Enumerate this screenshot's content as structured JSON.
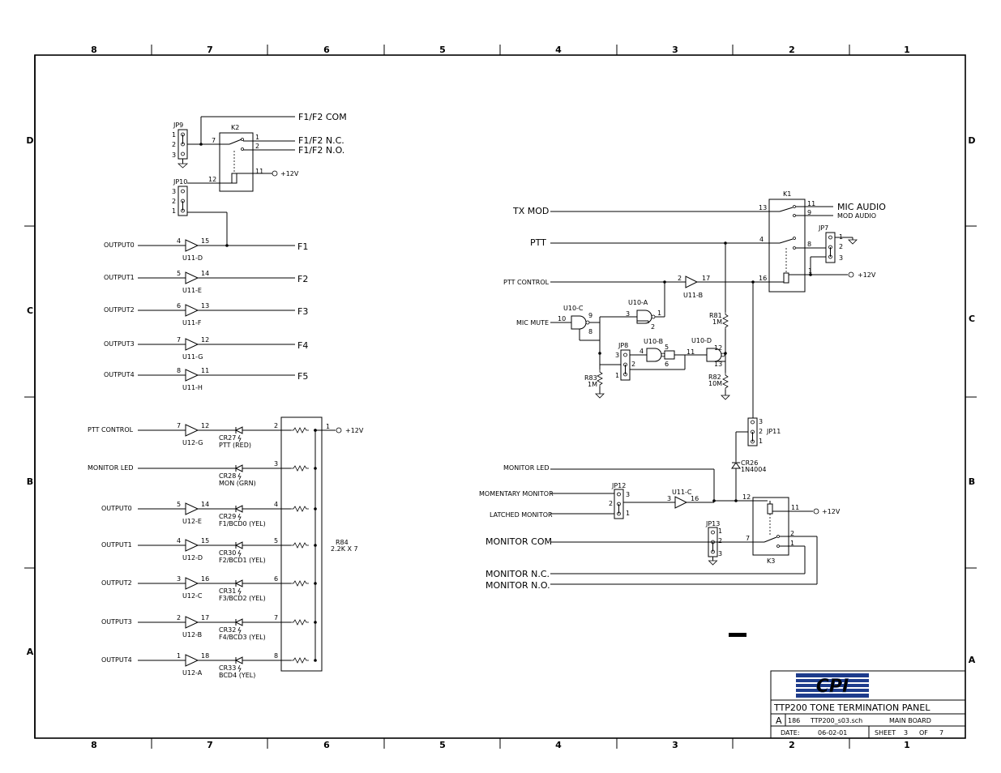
{
  "zones": {
    "top": [
      "8",
      "7",
      "6",
      "5",
      "4",
      "3",
      "2",
      "1"
    ],
    "bottom": [
      "8",
      "7",
      "6",
      "5",
      "4",
      "3",
      "2",
      "1"
    ],
    "left": [
      "D",
      "C",
      "B",
      "A"
    ],
    "right": [
      "D",
      "C",
      "B",
      "A"
    ]
  },
  "relay_k2": {
    "ref": "K2",
    "pins": [
      "7",
      "1",
      "2",
      "12",
      "11"
    ],
    "outputs": [
      "F1/F2 COM",
      "F1/F2 N.C.",
      "F1/F2 N.O."
    ],
    "supply": "+12V"
  },
  "jumpers": {
    "jp9": {
      "ref": "JP9",
      "pins": [
        "1",
        "2",
        "3"
      ]
    },
    "jp10": {
      "ref": "JP10",
      "pins": [
        "3",
        "2",
        "1"
      ]
    },
    "jp7": {
      "ref": "JP7",
      "pins": [
        "1",
        "2",
        "3"
      ]
    },
    "jp8": {
      "ref": "JP8",
      "pins": [
        "3",
        "2",
        "1"
      ]
    },
    "jp11": {
      "ref": "JP11",
      "pins": [
        "3",
        "2",
        "1"
      ]
    },
    "jp12": {
      "ref": "JP12",
      "pins": [
        "3",
        "2",
        "1"
      ]
    },
    "jp13": {
      "ref": "JP13",
      "pins": [
        "1",
        "2",
        "3"
      ]
    }
  },
  "tone_buffers": [
    {
      "net": "OUTPUT0",
      "in_pin": "4",
      "out_pin": "15",
      "ref": "U11-D",
      "out": "F1"
    },
    {
      "net": "OUTPUT1",
      "in_pin": "5",
      "out_pin": "14",
      "ref": "U11-E",
      "out": "F2"
    },
    {
      "net": "OUTPUT2",
      "in_pin": "6",
      "out_pin": "13",
      "ref": "U11-F",
      "out": "F3"
    },
    {
      "net": "OUTPUT3",
      "in_pin": "7",
      "out_pin": "12",
      "ref": "U11-G",
      "out": "F4"
    },
    {
      "net": "OUTPUT4",
      "in_pin": "8",
      "out_pin": "11",
      "ref": "U11-H",
      "out": "F5"
    }
  ],
  "led_drivers": [
    {
      "net": "PTT CONTROL",
      "in_pin": "7",
      "out_pin": "12",
      "ref": "U12-G",
      "led": "CR27",
      "desc": "PTT (RED)",
      "rpin": "2",
      "buffered": true
    },
    {
      "net": "MONITOR LED",
      "in_pin": "",
      "out_pin": "",
      "ref": "",
      "led": "CR28",
      "desc": "MON (GRN)",
      "rpin": "3",
      "buffered": false
    },
    {
      "net": "OUTPUT0",
      "in_pin": "5",
      "out_pin": "14",
      "ref": "U12-E",
      "led": "CR29",
      "desc": "F1/BCD0 (YEL)",
      "rpin": "4",
      "buffered": true
    },
    {
      "net": "OUTPUT1",
      "in_pin": "4",
      "out_pin": "15",
      "ref": "U12-D",
      "led": "CR30",
      "desc": "F2/BCD1 (YEL)",
      "rpin": "5",
      "buffered": true
    },
    {
      "net": "OUTPUT2",
      "in_pin": "3",
      "out_pin": "16",
      "ref": "U12-C",
      "led": "CR31",
      "desc": "F3/BCD2 (YEL)",
      "rpin": "6",
      "buffered": true
    },
    {
      "net": "OUTPUT3",
      "in_pin": "2",
      "out_pin": "17",
      "ref": "U12-B",
      "led": "CR32",
      "desc": "F4/BCD3 (YEL)",
      "rpin": "7",
      "buffered": true
    },
    {
      "net": "OUTPUT4",
      "in_pin": "1",
      "out_pin": "18",
      "ref": "U12-A",
      "led": "CR33",
      "desc": "BCD4 (YEL)",
      "rpin": "8",
      "buffered": true
    }
  ],
  "resistor_pack": {
    "ref": "R84",
    "value": "2.2K X 7",
    "common_pin": "1",
    "supply": "+12V"
  },
  "relay_k1": {
    "ref": "K1",
    "pins": [
      "13",
      "11",
      "9",
      "4",
      "8",
      "1",
      "16"
    ],
    "inputs": {
      "tx_mod": "TX MOD",
      "ptt": "PTT",
      "ptt_control": "PTT CONTROL",
      "mic_mute": "MIC MUTE"
    },
    "outputs": {
      "mic_audio": "MIC AUDIO",
      "mod_audio": "MOD AUDIO"
    },
    "supply": "+12V"
  },
  "gates": {
    "u11b": {
      "ref": "U11-B",
      "in": "2",
      "out": "17"
    },
    "u10a": {
      "ref": "U10-A",
      "in1": "3",
      "in2": "2",
      "out": "1"
    },
    "u10c": {
      "ref": "U10-C",
      "in": "10",
      "out1": "9",
      "out2": "8"
    },
    "u10b": {
      "ref": "U10-B",
      "in1": "4",
      "in2": "5",
      "out": "6"
    },
    "u10d": {
      "ref": "U10-D",
      "in1": "12",
      "in2": "13",
      "out": "11"
    },
    "u11c": {
      "ref": "U11-C",
      "in": "3",
      "out": "16"
    }
  },
  "resistors": {
    "r81": {
      "ref": "R81",
      "value": "1M"
    },
    "r82": {
      "ref": "R82",
      "value": "10M"
    },
    "r83": {
      "ref": "R83",
      "value": "1M"
    }
  },
  "diode_cr26": {
    "ref": "CR26",
    "part": "1N4004"
  },
  "relay_k3": {
    "ref": "K3",
    "pins": [
      "12",
      "11",
      "7",
      "2",
      "1"
    ],
    "inputs": {
      "monitor_led": "MONITOR LED",
      "momentary": "MOMENTARY MONITOR",
      "latched": "LATCHED MONITOR"
    },
    "outputs": {
      "com": "MONITOR COM",
      "nc": "MONITOR N.C.",
      "no": "MONITOR N.O."
    },
    "supply": "+12V"
  },
  "title_block": {
    "logo": "CPI",
    "title": "TTP200 TONE TERMINATION PANEL",
    "size": "A",
    "num": "186",
    "file": "TTP200_s03.sch",
    "board": "MAIN BOARD",
    "date_label": "DATE:",
    "date": "06-02-01",
    "sheet_label": "SHEET",
    "sheet": "3",
    "of_label": "OF",
    "total": "7"
  }
}
